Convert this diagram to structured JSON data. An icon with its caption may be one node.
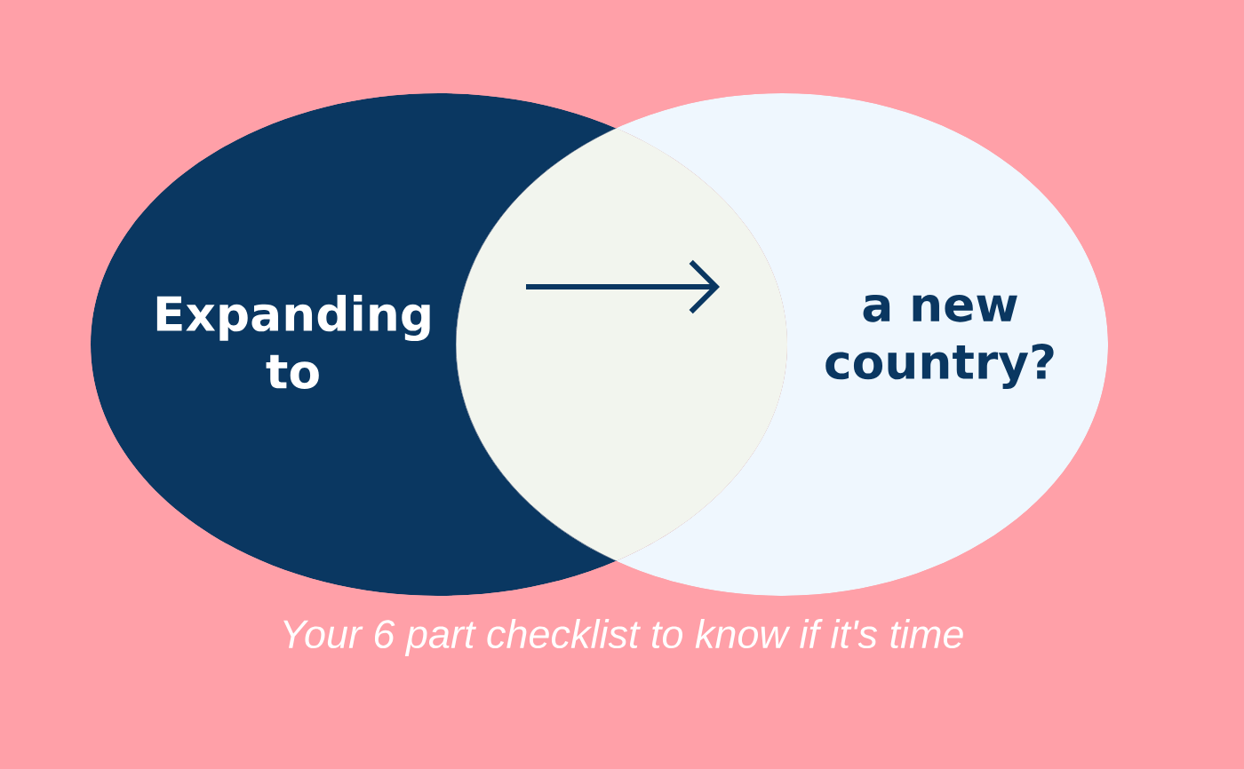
{
  "diagram": {
    "caption": "Your 6 part checklist to know if it's time",
    "nodes": [
      {
        "text": [
          "Expanding to"
        ]
      },
      {
        "text": [
          "a new country?"
        ]
      }
    ]
  }
}
